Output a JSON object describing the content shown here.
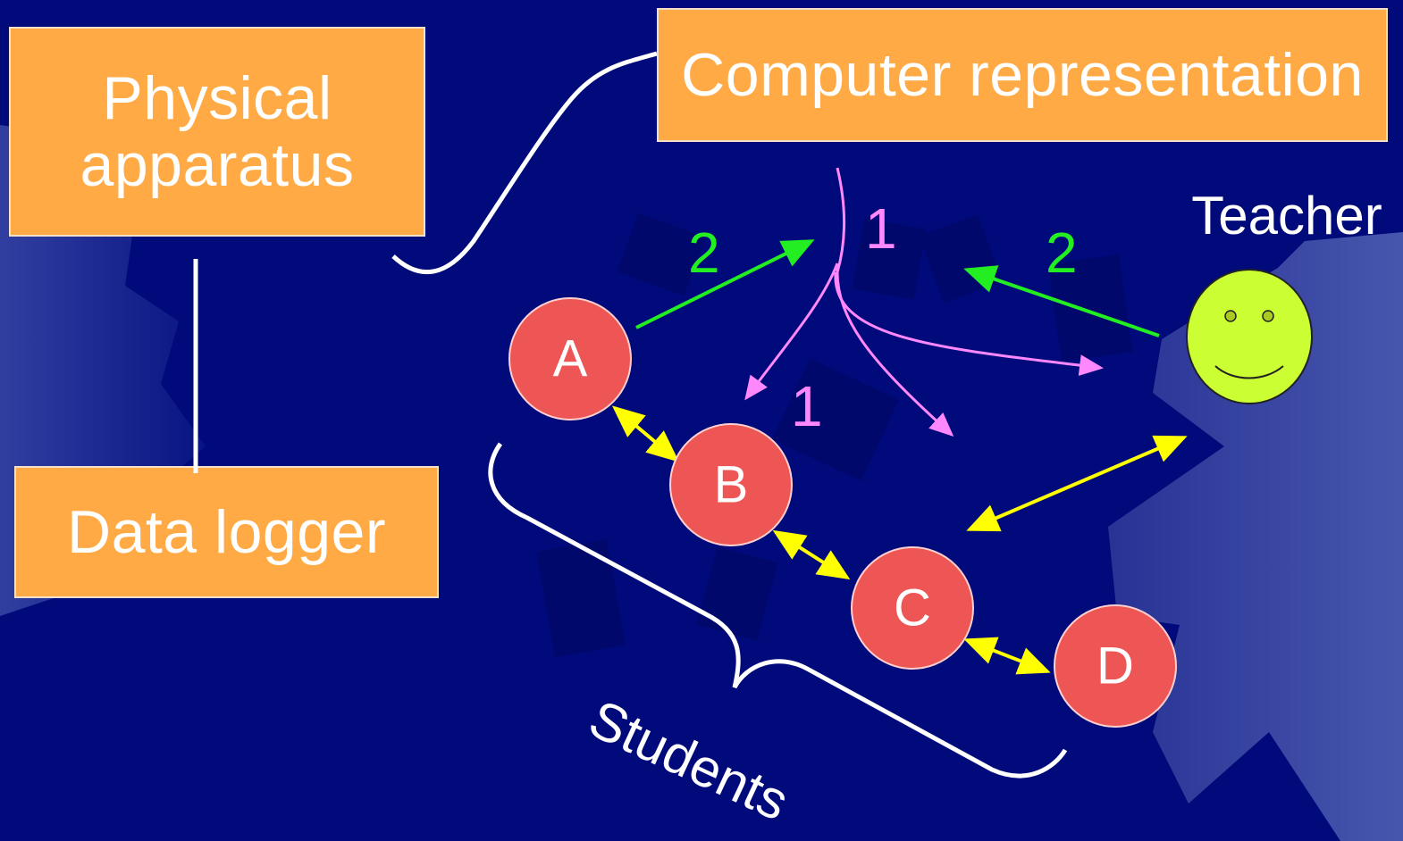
{
  "boxes": {
    "physical_apparatus": {
      "line1": "Physical",
      "line2": "apparatus"
    },
    "computer_representation": "Computer representation",
    "data_logger": "Data logger"
  },
  "students": {
    "label": "Students",
    "nodes": [
      "A",
      "B",
      "C",
      "D"
    ]
  },
  "teacher": {
    "label": "Teacher",
    "icon": "smiley-face-icon"
  },
  "steps": {
    "step1_a": "1",
    "step1_b": "1",
    "step2_a": "2",
    "step2_b": "2"
  },
  "colors": {
    "background": "#000a7a",
    "box_fill": "#ffaa44",
    "student_node": "#ee5555",
    "teacher_face": "#ccff33",
    "step1_arrows": "#ff88ff",
    "step2_arrows": "#22ee22",
    "peer_arrows": "#ffff00",
    "connectors": "#ffffff"
  }
}
